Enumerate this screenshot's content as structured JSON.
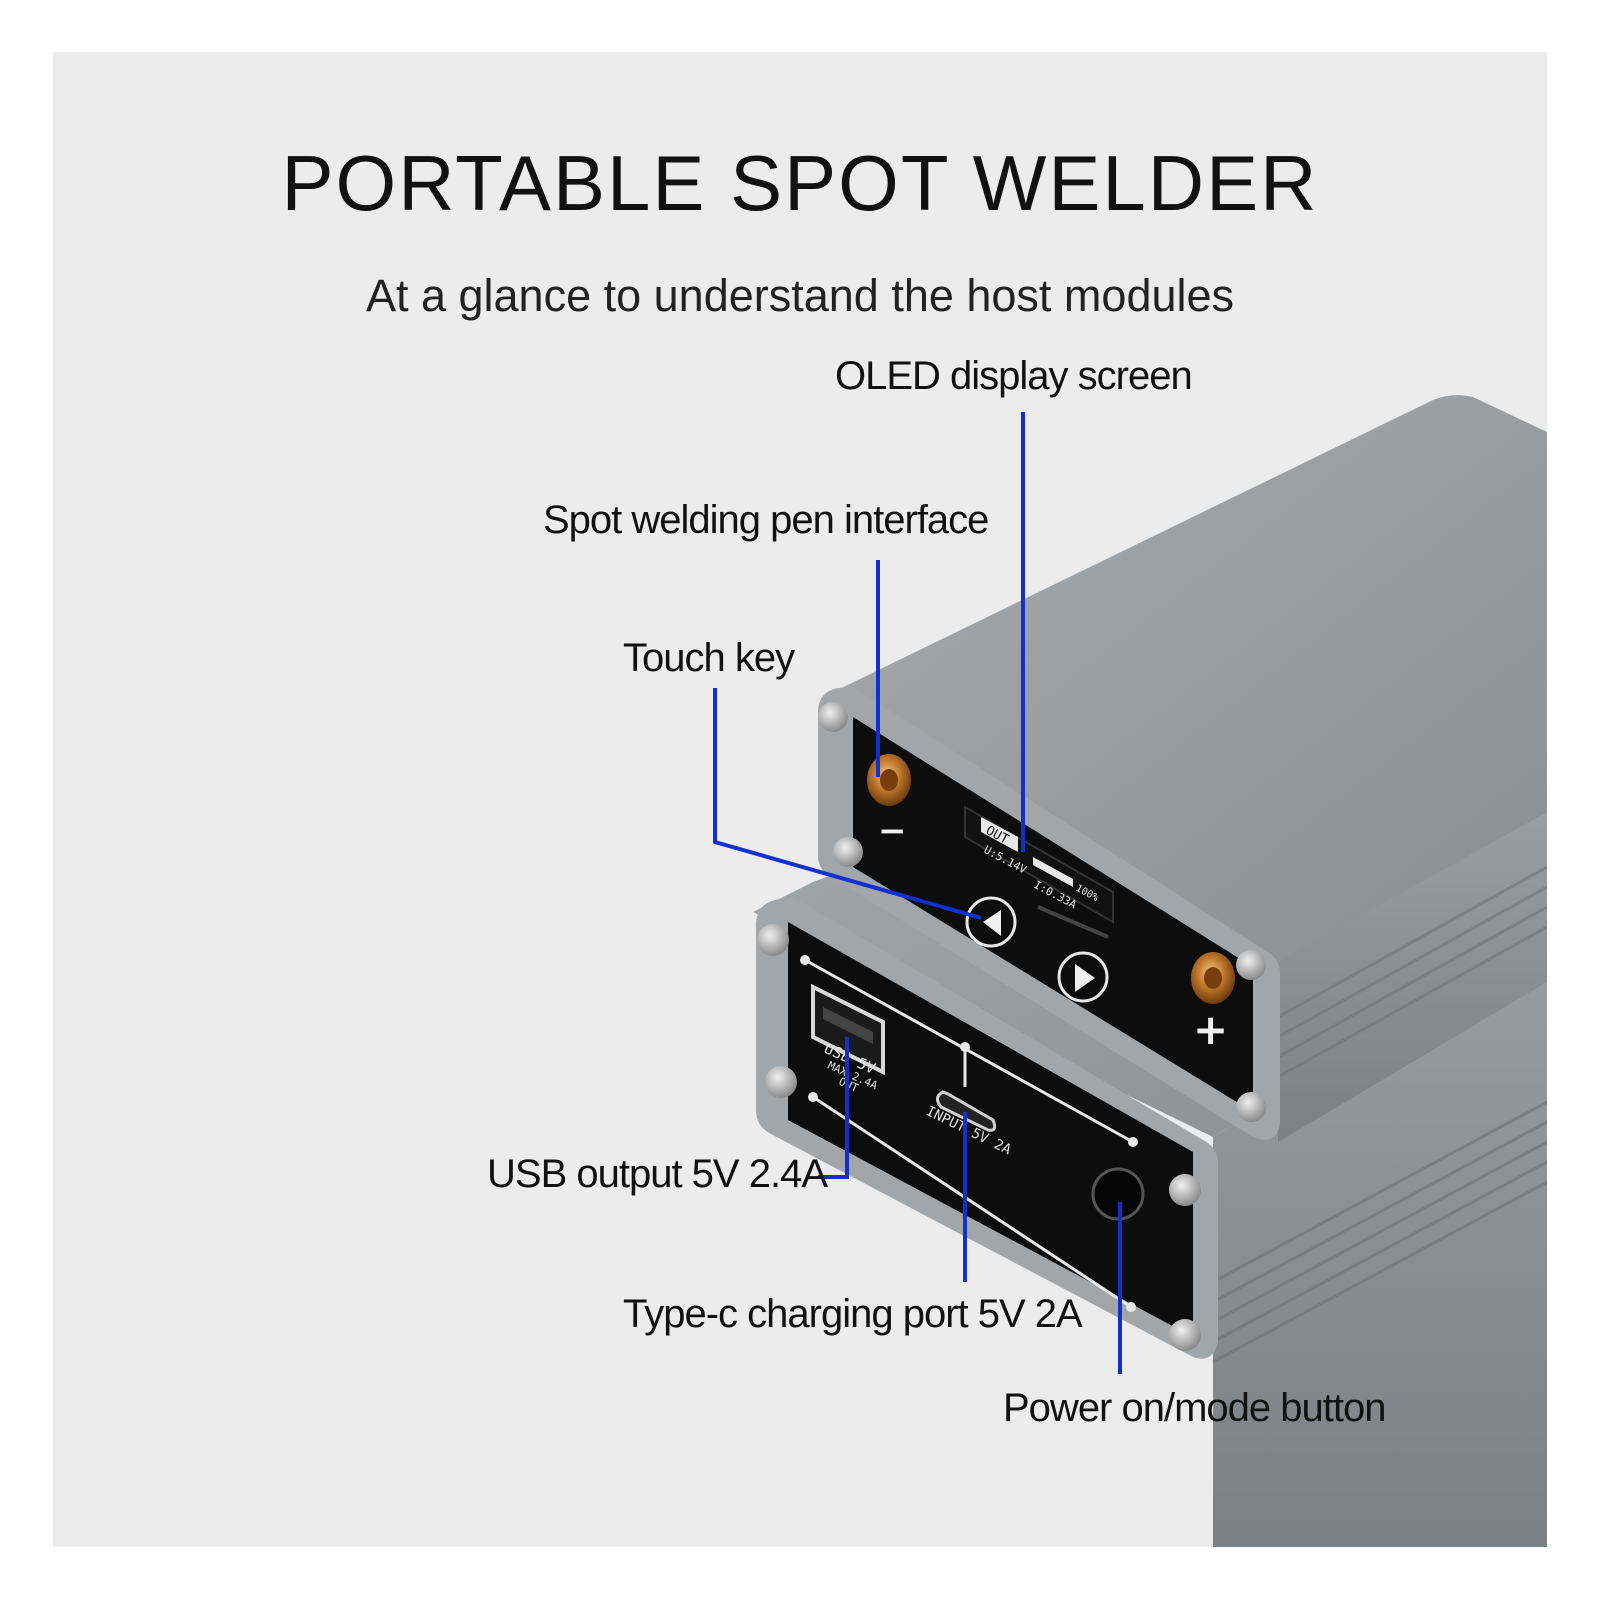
{
  "title": "PORTABLE SPOT WELDER",
  "subtitle": "At a glance to understand the host modules",
  "callouts": {
    "oled": "OLED display screen",
    "pen": "Spot welding pen interface",
    "touch": "Touch key",
    "usb": "USB output 5V 2.4A",
    "typec": "Type-c charging port 5V 2A",
    "power": "Power on/mode button"
  },
  "device": {
    "screen_header": "OUT",
    "screen_voltage": "U:5.14V",
    "screen_current": "I:0.33A",
    "screen_battery": "100%",
    "minus": "−",
    "plus": "+",
    "usb_label_1": "USB 5V",
    "usb_label_2": "MAX 2.4A",
    "usb_label_3": "OUT",
    "input_label": "INPUT 5V 2A"
  },
  "colors": {
    "callout_line": "#1030d0",
    "housing": "#8f9396",
    "faceplate": "#0d0d0d"
  }
}
